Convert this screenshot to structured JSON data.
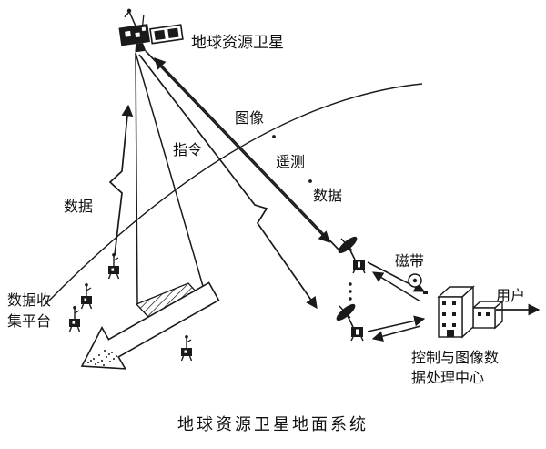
{
  "figure": {
    "caption": "地球资源卫星地面系统",
    "satellite_label": "地球资源卫星",
    "signals": {
      "image": "图像",
      "command": "指令",
      "telemetry": "遥测",
      "data_downlink": "数据",
      "data_uplink": "数据"
    },
    "platform_label": {
      "line1": "数据收",
      "line2": "集平台"
    },
    "tape_label": "磁带",
    "users_label": "用户",
    "center_label": {
      "line1": "控制与图像数",
      "line2": "据处理中心"
    },
    "colors": {
      "ink": "#1a1a1a",
      "paper": "#ffffff"
    }
  }
}
